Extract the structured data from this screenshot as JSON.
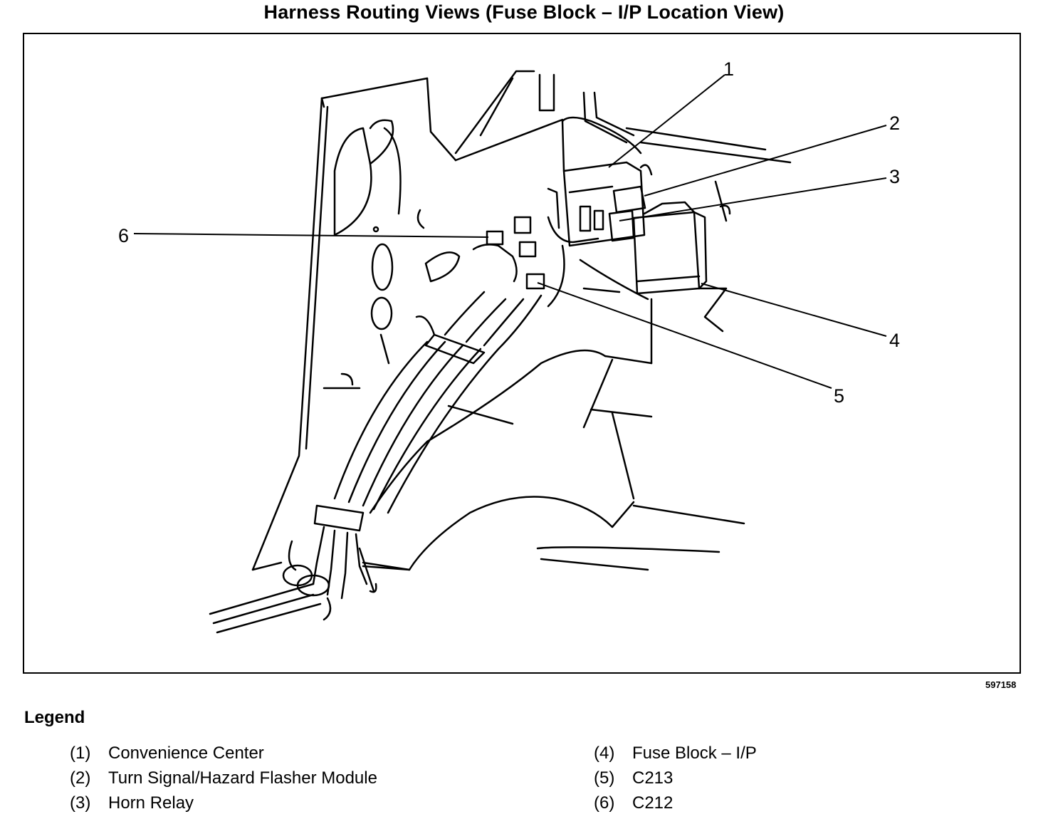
{
  "title": "Harness Routing Views (Fuse Block – I/P Location View)",
  "figure_ref": "597158",
  "callouts": [
    "1",
    "2",
    "3",
    "4",
    "5",
    "6"
  ],
  "legend": {
    "title": "Legend",
    "items": [
      {
        "num": "(1)",
        "label": "Convenience Center"
      },
      {
        "num": "(2)",
        "label": "Turn Signal/Hazard Flasher Module"
      },
      {
        "num": "(3)",
        "label": "Horn Relay"
      },
      {
        "num": "(4)",
        "label": "Fuse Block – I/P"
      },
      {
        "num": "(5)",
        "label": "C213"
      },
      {
        "num": "(6)",
        "label": "C212"
      }
    ]
  }
}
